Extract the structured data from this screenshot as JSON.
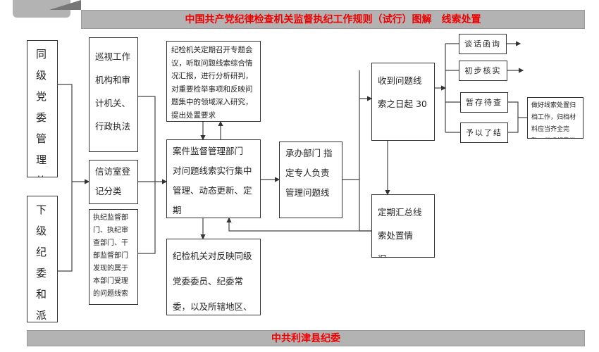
{
  "title": "中国共产党纪律检查机关监督执纪工作规则（试行）图解　线索处置",
  "footer": "中共利津县纪委",
  "boxes": {
    "same_level": "同级党委管理的党组织和党员干部违反党",
    "lower_level": "下级纪委和派驻纪检组报送的相关信",
    "inspection": "巡视工作机构和审计机关、行政执法",
    "petition": "信访室登记分类",
    "discipline_depts": "执纪监督部门、执纪审查部门、干部监督部门发现的属于本部门受理的问题线索",
    "meeting": "纪检机关定期召开专题会议，听取问题线索综合情况汇报，进行分析研判，对重要检举事项和反映问题集中的领域深入研究，提出处置要求",
    "case_supervision": "案件监督管理部门 对问题线索实行集中管理、动态更新、定期",
    "handling": "承办部门 指定专人负责管理问题线",
    "received": "收到问题线索之日起 30",
    "summary": "定期汇总线索处置情况，",
    "report": "纪检机关对反映同级党委委员、纪委常委，以及所辖地区、部门主",
    "archive": "做好线索处置归档工作，归档材料应当齐全完整，载明领导批示和处"
  },
  "options": [
    "谈话函询",
    "初步核实",
    "暂存待查",
    "予以了结"
  ]
}
